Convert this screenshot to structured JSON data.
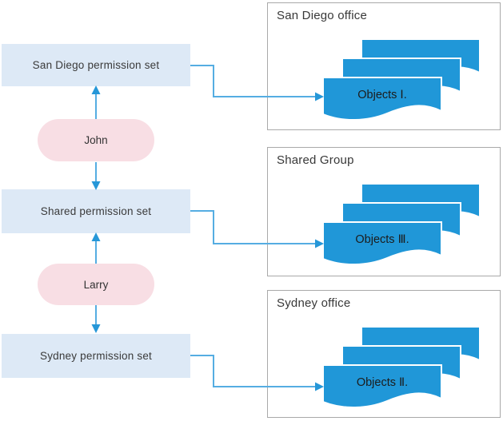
{
  "diagram": {
    "permission_sets": [
      {
        "label": "San Diego permission set"
      },
      {
        "label": "Shared permission set"
      },
      {
        "label": "Sydney permission set"
      }
    ],
    "users": [
      {
        "label": "John"
      },
      {
        "label": "Larry"
      }
    ],
    "groups": [
      {
        "title": "San Diego office",
        "object_label": "Objects Ⅰ."
      },
      {
        "title": "Shared Group",
        "object_label": "Objects Ⅲ."
      },
      {
        "title": "Sydney office",
        "object_label": "Objects Ⅱ."
      }
    ],
    "connections": [
      {
        "from": "John",
        "to": "San Diego permission set"
      },
      {
        "from": "John",
        "to": "Shared permission set"
      },
      {
        "from": "Larry",
        "to": "Shared permission set"
      },
      {
        "from": "Larry",
        "to": "Sydney permission set"
      },
      {
        "from": "San Diego permission set",
        "to": "Objects Ⅰ."
      },
      {
        "from": "Shared permission set",
        "to": "Objects Ⅲ."
      },
      {
        "from": "Sydney permission set",
        "to": "Objects Ⅱ."
      }
    ],
    "colors": {
      "permission_set_fill": "#dde9f6",
      "user_fill": "#f8dee4",
      "document_fill": "#2097d8",
      "connector_line": "#55ade2",
      "connector_head": "#2697d8",
      "group_border": "#a9a9a9"
    }
  }
}
